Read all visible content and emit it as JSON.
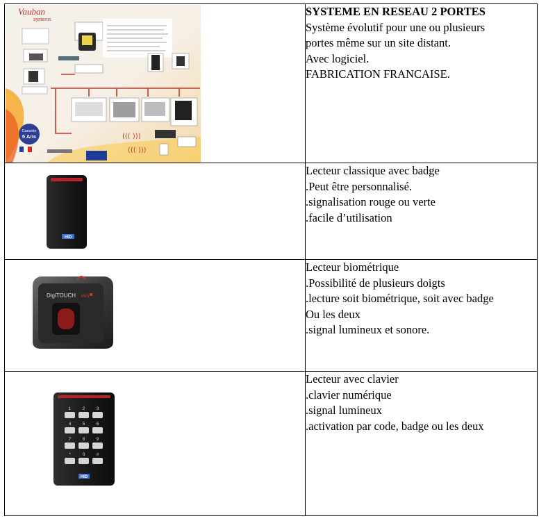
{
  "rows": [
    {
      "image": "network-system-brochure",
      "brochure": {
        "brand": "Vauban",
        "brand_sub": "systems",
        "badge_line1": "Garantie",
        "badge_line2": "5 Ans"
      },
      "title": "SYSTEME EN RESEAU 2 PORTES",
      "lines": [
        "Système évolutif pour une ou plusieurs",
        "portes même sur un site distant.",
        "Avec logiciel.",
        "FABRICATION FRANCAISE."
      ]
    },
    {
      "image": "badge-reader",
      "device_logo": "HID",
      "lines": [
        "Lecteur classique avec badge",
        ".Peut être personnalisé.",
        ".signalisation rouge ou verte",
        ".facile d’utilisation"
      ]
    },
    {
      "image": "biometric-reader",
      "device_label": "DigiTOUCH",
      "device_sub": "Mini",
      "lines": [
        "Lecteur biométrique",
        ".Possibilité  de plusieurs doigts",
        ".lecture soit biométrique, soit avec badge",
        "Ou les deux",
        ".signal lumineux et sonore."
      ]
    },
    {
      "image": "keypad-reader",
      "device_logo": "HID",
      "keypad_keys": [
        "1",
        "2",
        "3",
        "4",
        "5",
        "6",
        "7",
        "8",
        "9",
        "*",
        "0",
        "#"
      ],
      "lines": [
        "Lecteur avec clavier",
        ".clavier numérique",
        ".signal lumineux",
        ".activation par code, badge ou les deux"
      ]
    }
  ]
}
